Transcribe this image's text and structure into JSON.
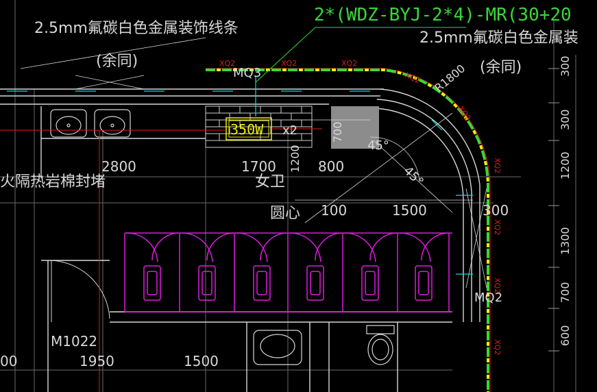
{
  "colors": {
    "background": "#000000",
    "wall": "#d8d8d8",
    "dim": "#a0a0a0",
    "red": "#e11b1b",
    "magenta": "#e01bdf",
    "green": "#38d838",
    "yellow": "#f0f000",
    "cyan": "#00e0e0",
    "box": "#8c8c8c"
  },
  "icons": [
    "washbasin-icon",
    "urinal-icon",
    "toilet-icon",
    "door-swing-icon",
    "light-fixture-icon"
  ],
  "labels": {
    "trim_note_left": "2.5mm氟碳白色金属装饰线条",
    "same_note_left": "(余同)",
    "cable_spec": "2*(WDZ-BYJ-2*4)-MR(30+20",
    "trim_note_right": "2.5mm氟碳白色金属装",
    "same_note_right": "(余同)",
    "door_top": "MQ3",
    "heater_power": "350W",
    "heater_qty": "x2",
    "heater_side": "700",
    "radius": "R1800",
    "angle_a": "45°",
    "angle_b": "45°",
    "room": "女卫",
    "center": "圆心",
    "firestop": "火隔热岩棉封堵",
    "door_left": "M1022",
    "door_right": "MQ2",
    "circuit_tag": "XQ2"
  },
  "dims": {
    "top": [
      "2800",
      "1700",
      "800"
    ],
    "middle": [
      "100",
      "1500",
      "300"
    ],
    "vertical_mid": "1200",
    "bottom": [
      "00",
      "1950",
      "1500"
    ],
    "right": [
      "300",
      "300",
      "1200",
      "1300",
      "700",
      "600"
    ]
  }
}
